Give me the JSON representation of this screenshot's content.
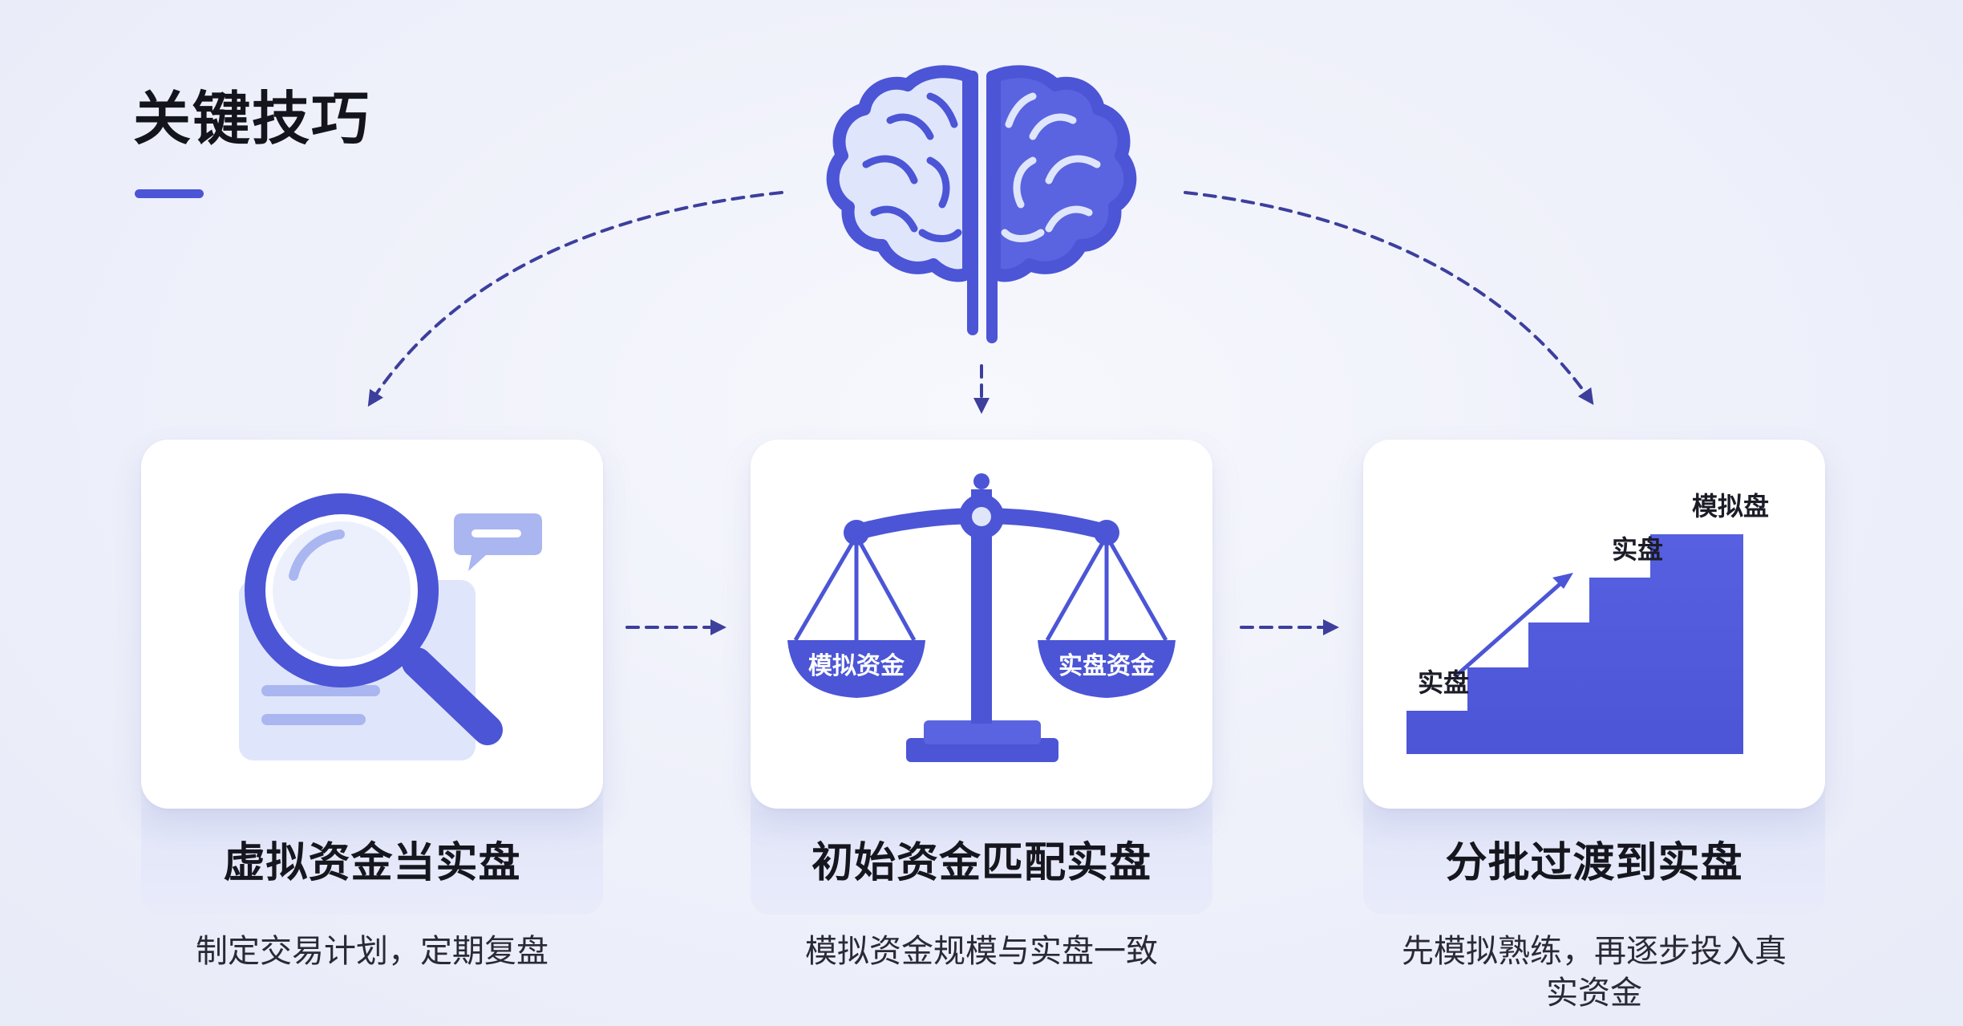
{
  "title": "关键技巧",
  "cards": [
    {
      "title": "虚拟资金当实盘",
      "description": "制定交易计划，定期复盘"
    },
    {
      "title": "初始资金匹配实盘",
      "description": "模拟资金规模与实盘一致",
      "left_pan_label": "模拟资金",
      "right_pan_label": "实盘资金"
    },
    {
      "title": "分批过渡到实盘",
      "description": "先模拟熟练，再逐步投入真实资金",
      "step_labels": [
        "实盘",
        "实盘",
        "模拟盘"
      ]
    }
  ],
  "colors": {
    "accent": "#4b55d6",
    "accent_light": "#dfe6fb",
    "arrow": "#3c3f9c"
  },
  "icons": [
    "brain-icon",
    "magnifier-document-icon",
    "balance-scale-icon",
    "stairs-chart-icon"
  ]
}
